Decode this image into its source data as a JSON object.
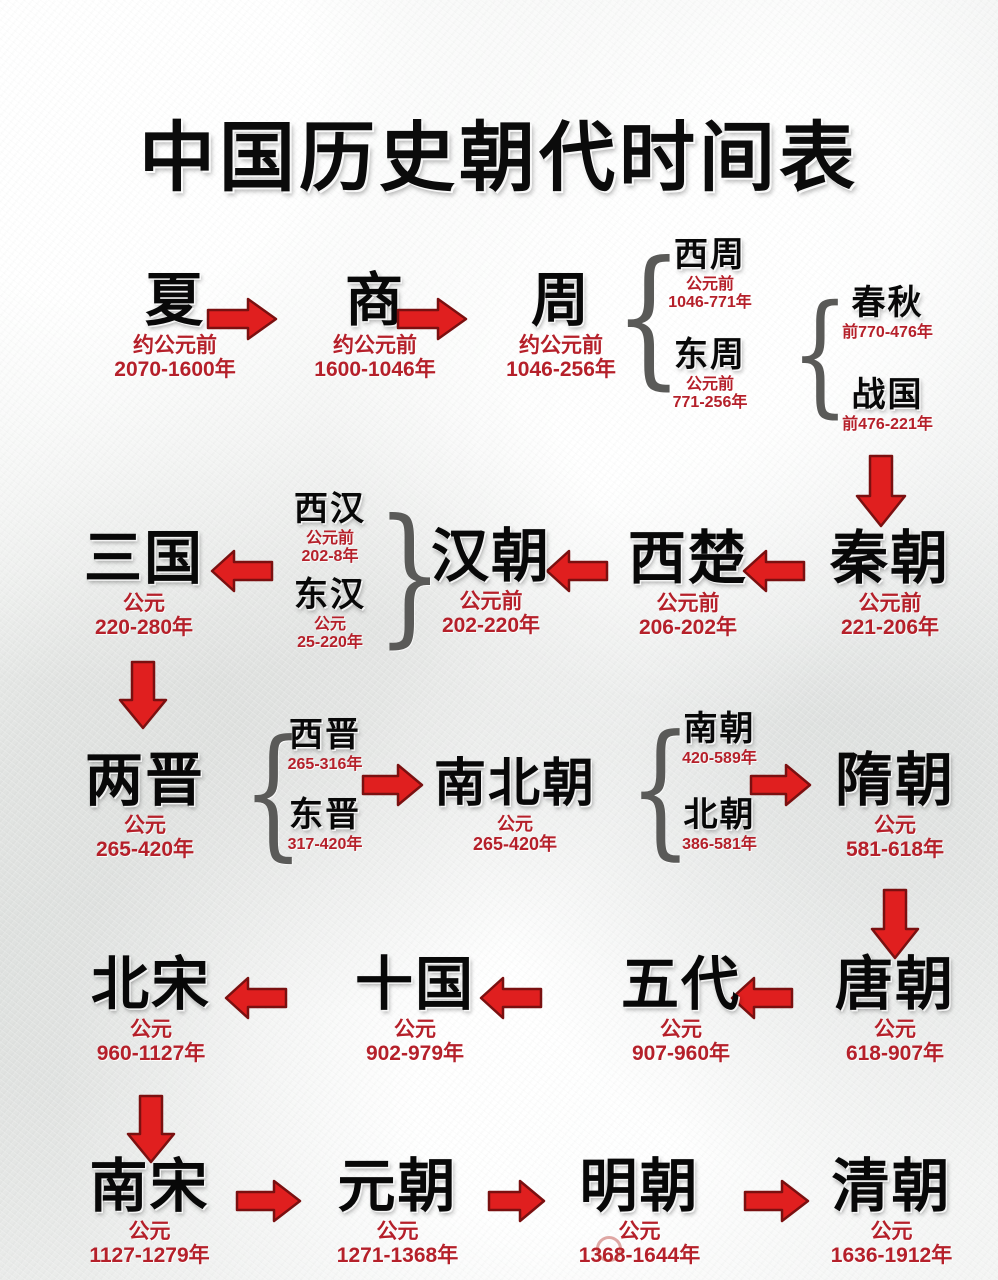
{
  "page": {
    "title": "中国历史朝代时间表",
    "background_color": "#eeefee",
    "name_color": "#080808",
    "date_color": "#b5202a",
    "arrow_color": "#e01f1f",
    "brace_color": "#5a5a58"
  },
  "chart_data": {
    "type": "diagram",
    "title": "中国历史朝代时间表",
    "subtitle": "",
    "xlabel": "",
    "ylabel": "",
    "legend": [],
    "nodes": [
      {
        "id": "xia",
        "name": "夏",
        "era": "约公元前",
        "range": "2070-1600年",
        "row": 1,
        "tier": "big"
      },
      {
        "id": "shang",
        "name": "商",
        "era": "约公元前",
        "range": "1600-1046年",
        "row": 1,
        "tier": "big"
      },
      {
        "id": "zhou",
        "name": "周",
        "era": "约公元前",
        "range": "1046-256年",
        "row": 1,
        "tier": "big"
      },
      {
        "id": "xizhou",
        "name": "西周",
        "era": "公元前",
        "range": "1046-771年",
        "row": 1,
        "tier": "small"
      },
      {
        "id": "dongzhou",
        "name": "东周",
        "era": "公元前",
        "range": "771-256年",
        "row": 1,
        "tier": "small"
      },
      {
        "id": "chunqiu",
        "name": "春秋",
        "era": "",
        "range": "前770-476年",
        "row": 1,
        "tier": "small"
      },
      {
        "id": "zhanguo",
        "name": "战国",
        "era": "",
        "range": "前476-221年",
        "row": 1,
        "tier": "small"
      },
      {
        "id": "qin",
        "name": "秦朝",
        "era": "公元前",
        "range": "221-206年",
        "row": 2,
        "tier": "big"
      },
      {
        "id": "xichu",
        "name": "西楚",
        "era": "公元前",
        "range": "206-202年",
        "row": 2,
        "tier": "big"
      },
      {
        "id": "han",
        "name": "汉朝",
        "era": "公元前",
        "range": "202-220年",
        "row": 2,
        "tier": "big"
      },
      {
        "id": "xihan",
        "name": "西汉",
        "era": "公元前",
        "range": "202-8年",
        "row": 2,
        "tier": "small"
      },
      {
        "id": "donghan",
        "name": "东汉",
        "era": "公元",
        "range": "25-220年",
        "row": 2,
        "tier": "small"
      },
      {
        "id": "sanguo",
        "name": "三国",
        "era": "公元",
        "range": "220-280年",
        "row": 2,
        "tier": "big"
      },
      {
        "id": "liangjin",
        "name": "两晋",
        "era": "公元",
        "range": "265-420年",
        "row": 3,
        "tier": "big"
      },
      {
        "id": "xijin",
        "name": "西晋",
        "era": "",
        "range": "265-316年",
        "row": 3,
        "tier": "small"
      },
      {
        "id": "dongjin",
        "name": "东晋",
        "era": "",
        "range": "317-420年",
        "row": 3,
        "tier": "small"
      },
      {
        "id": "nanbeichao",
        "name": "南北朝",
        "era": "公元",
        "range": "265-420年",
        "row": 3,
        "tier": "mid"
      },
      {
        "id": "nanchao",
        "name": "南朝",
        "era": "",
        "range": "420-589年",
        "row": 3,
        "tier": "small"
      },
      {
        "id": "beichao",
        "name": "北朝",
        "era": "",
        "range": "386-581年",
        "row": 3,
        "tier": "small"
      },
      {
        "id": "sui",
        "name": "隋朝",
        "era": "公元",
        "range": "581-618年",
        "row": 3,
        "tier": "big"
      },
      {
        "id": "tang",
        "name": "唐朝",
        "era": "公元",
        "range": "618-907年",
        "row": 4,
        "tier": "big"
      },
      {
        "id": "wudai",
        "name": "五代",
        "era": "公元",
        "range": "907-960年",
        "row": 4,
        "tier": "big"
      },
      {
        "id": "shiguo",
        "name": "十国",
        "era": "公元",
        "range": "902-979年",
        "row": 4,
        "tier": "big"
      },
      {
        "id": "beisong",
        "name": "北宋",
        "era": "公元",
        "range": "960-1127年",
        "row": 4,
        "tier": "big"
      },
      {
        "id": "nansong",
        "name": "南宋",
        "era": "公元",
        "range": "1127-1279年",
        "row": 5,
        "tier": "big"
      },
      {
        "id": "yuan",
        "name": "元朝",
        "era": "公元",
        "range": "1271-1368年",
        "row": 5,
        "tier": "big"
      },
      {
        "id": "ming",
        "name": "明朝",
        "era": "公元",
        "range": "1368-1644年",
        "row": 5,
        "tier": "big"
      },
      {
        "id": "qing",
        "name": "清朝",
        "era": "公元",
        "range": "1636-1912年",
        "row": 5,
        "tier": "big"
      }
    ],
    "edges": [
      {
        "from": "xia",
        "to": "shang",
        "direction": "right"
      },
      {
        "from": "shang",
        "to": "zhou",
        "direction": "right"
      },
      {
        "from": "zhanguo",
        "to": "qin",
        "direction": "down"
      },
      {
        "from": "qin",
        "to": "xichu",
        "direction": "left"
      },
      {
        "from": "xichu",
        "to": "han",
        "direction": "left"
      },
      {
        "from": "han",
        "to": "sanguo",
        "direction": "left"
      },
      {
        "from": "sanguo",
        "to": "liangjin",
        "direction": "down"
      },
      {
        "from": "liangjin",
        "to": "nanbeichao",
        "direction": "right"
      },
      {
        "from": "nanbeichao",
        "to": "sui",
        "direction": "right"
      },
      {
        "from": "sui",
        "to": "tang",
        "direction": "down"
      },
      {
        "from": "tang",
        "to": "wudai",
        "direction": "left"
      },
      {
        "from": "wudai",
        "to": "shiguo",
        "direction": "left"
      },
      {
        "from": "shiguo",
        "to": "beisong",
        "direction": "left"
      },
      {
        "from": "beisong",
        "to": "nansong",
        "direction": "down"
      },
      {
        "from": "nansong",
        "to": "yuan",
        "direction": "right"
      },
      {
        "from": "yuan",
        "to": "ming",
        "direction": "right"
      },
      {
        "from": "ming",
        "to": "qing",
        "direction": "right"
      }
    ],
    "groups": [
      {
        "parent": "zhou",
        "children": [
          "xizhou",
          "dongzhou"
        ],
        "brace": "right"
      },
      {
        "parent": "dongzhou",
        "children": [
          "chunqiu",
          "zhanguo"
        ],
        "brace": "right"
      },
      {
        "parent": "han",
        "children": [
          "xihan",
          "donghan"
        ],
        "brace": "left"
      },
      {
        "parent": "liangjin",
        "children": [
          "xijin",
          "dongjin"
        ],
        "brace": "right"
      },
      {
        "parent": "nanbeichao",
        "children": [
          "nanchao",
          "beichao"
        ],
        "brace": "right"
      }
    ]
  }
}
